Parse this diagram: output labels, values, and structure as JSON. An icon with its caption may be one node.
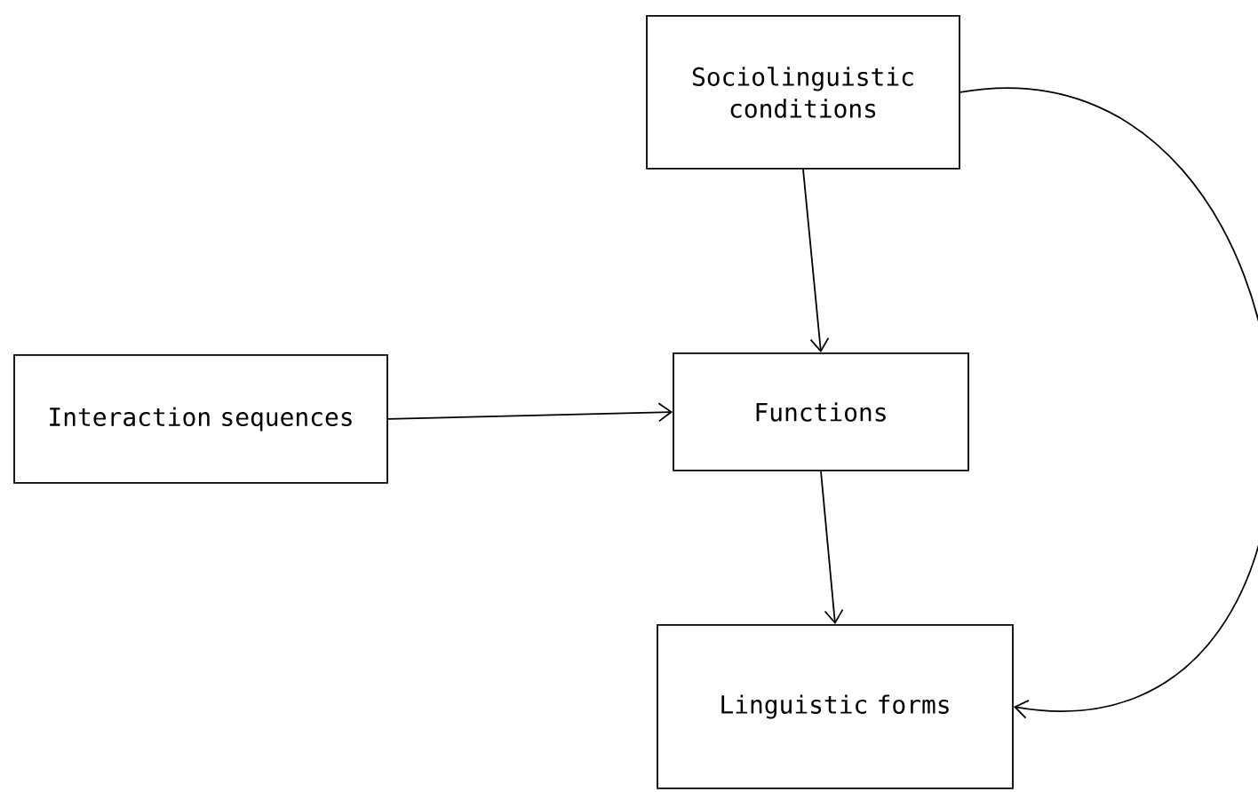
{
  "diagram": {
    "nodes": [
      {
        "text": [
          "Sociolinguistic conditions"
        ]
      },
      {
        "text": [
          "Interaction sequences"
        ]
      },
      {
        "text": [
          "Functions"
        ]
      },
      {
        "text": [
          "Linguistic forms"
        ]
      }
    ],
    "edges": [
      {
        "from": 0,
        "to": 2,
        "arrow": "to"
      },
      {
        "from": 1,
        "to": 2,
        "arrow": "to"
      },
      {
        "from": 2,
        "to": 3,
        "arrow": "to"
      },
      {
        "from": 0,
        "to": 3,
        "arrow": "to"
      }
    ]
  }
}
